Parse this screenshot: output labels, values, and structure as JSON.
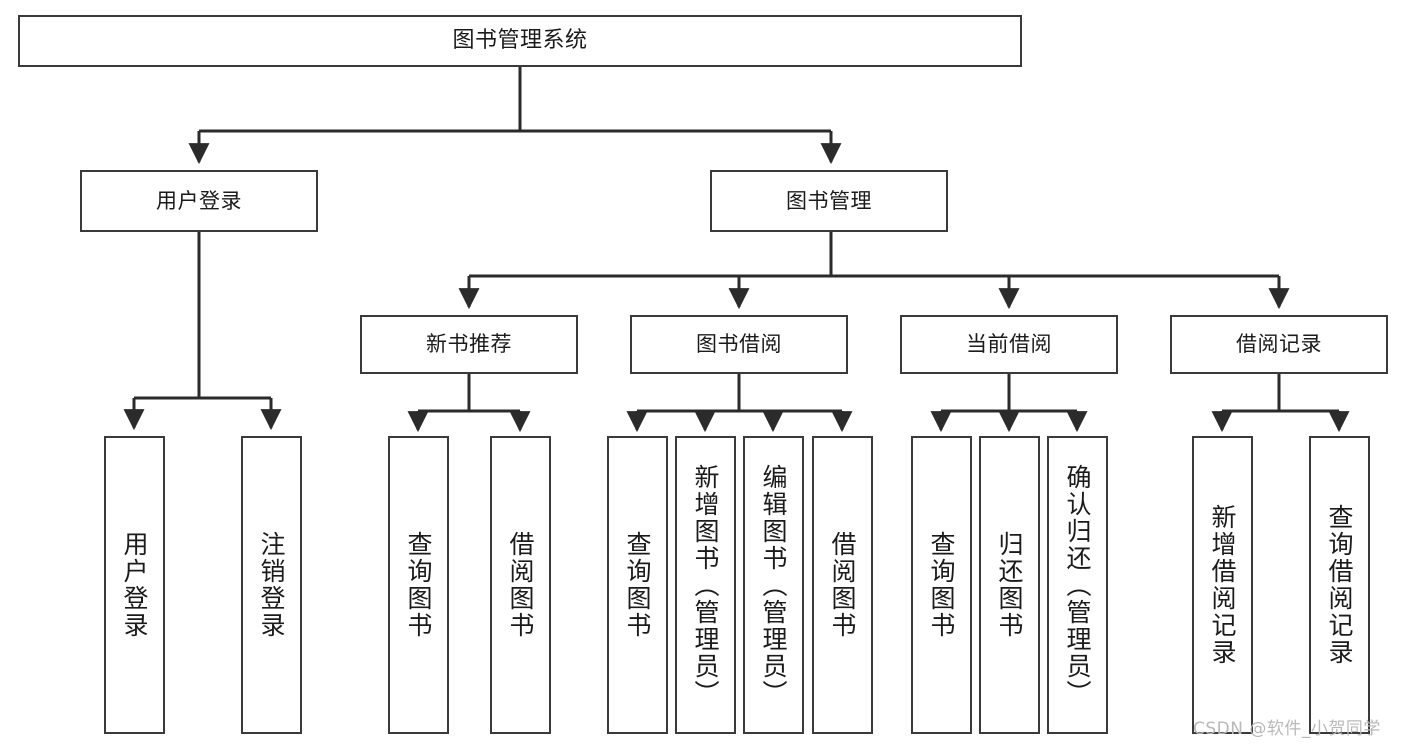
{
  "diagram": {
    "title": "图书管理系统",
    "type": "tree",
    "orientation": "top-down",
    "colors": {
      "node_border": "#3a3a3a",
      "node_fill": "#ffffff",
      "edge": "#2b2b2b",
      "text": "#1b1b1b",
      "watermark": "#b9b9b9"
    },
    "watermark": "CSDN @软件_小贺同学",
    "root": {
      "id": "root",
      "label": "图书管理系统"
    },
    "level2": [
      {
        "id": "user-login",
        "label": "用户登录"
      },
      {
        "id": "book-manage",
        "label": "图书管理"
      }
    ],
    "level3": [
      {
        "id": "new-book-rec",
        "label": "新书推荐",
        "parent": "book-manage"
      },
      {
        "id": "book-borrow",
        "label": "图书借阅",
        "parent": "book-manage"
      },
      {
        "id": "current-borrow",
        "label": "当前借阅",
        "parent": "book-manage"
      },
      {
        "id": "borrow-record",
        "label": "借阅记录",
        "parent": "book-manage"
      }
    ],
    "leaves": [
      {
        "id": "leaf-user-login",
        "label": "用户登录",
        "parent": "user-login"
      },
      {
        "id": "leaf-logout",
        "label": "注销登录",
        "parent": "user-login"
      },
      {
        "id": "leaf-query-book-1",
        "label": "查询图书",
        "parent": "new-book-rec"
      },
      {
        "id": "leaf-borrow-book-1",
        "label": "借阅图书",
        "parent": "new-book-rec"
      },
      {
        "id": "leaf-query-book-2",
        "label": "查询图书",
        "parent": "book-borrow"
      },
      {
        "id": "leaf-add-book",
        "label": "新增图书（管理员）",
        "parent": "book-borrow"
      },
      {
        "id": "leaf-edit-book",
        "label": "编辑图书（管理员）",
        "parent": "book-borrow"
      },
      {
        "id": "leaf-borrow-book-2",
        "label": "借阅图书",
        "parent": "book-borrow"
      },
      {
        "id": "leaf-query-book-3",
        "label": "查询图书",
        "parent": "current-borrow"
      },
      {
        "id": "leaf-return-book",
        "label": "归还图书",
        "parent": "current-borrow"
      },
      {
        "id": "leaf-confirm-return",
        "label": "确认归还（管理员）",
        "parent": "current-borrow"
      },
      {
        "id": "leaf-add-record",
        "label": "新增借阅记录",
        "parent": "borrow-record"
      },
      {
        "id": "leaf-query-record",
        "label": "查询借阅记录",
        "parent": "borrow-record"
      }
    ]
  }
}
